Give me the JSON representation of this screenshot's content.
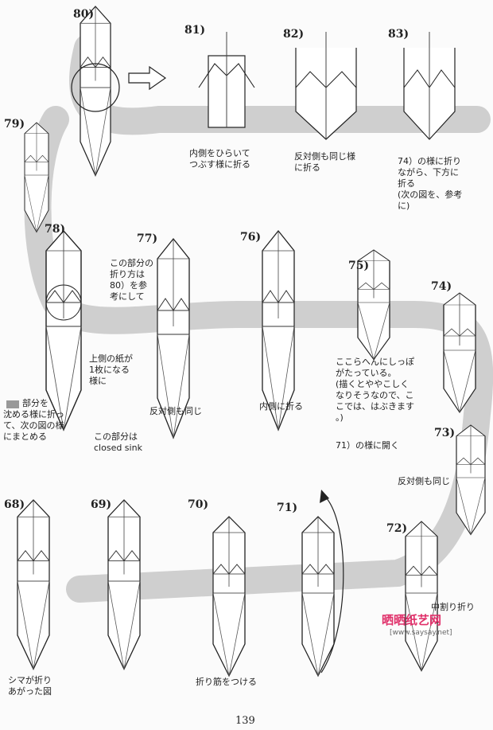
{
  "steps": {
    "s68": "68)",
    "s69": "69)",
    "s70": "70)",
    "s71": "71)",
    "s72": "72)",
    "s73": "73)",
    "s74": "74)",
    "s75": "75)",
    "s76": "76)",
    "s77": "77)",
    "s78": "78)",
    "s79": "79)",
    "s80": "80)",
    "s81": "81)",
    "s82": "82)",
    "s83": "83)"
  },
  "captions": {
    "c81": "内側をひらいて\nつぶす様に折る",
    "c82": "反対側も同じ様\nに折る",
    "c83": "74）の様に折り\nながら、下方に\n折る\n(次の図を、参考\nに)",
    "c78a": "この部分の\n折り方は\n80）を参\n考にして",
    "c78b": "上側の紙が\n1枚になる\n様に",
    "c78c": "この部分は\nclosed sink",
    "c78d": "部分を\n沈める様に折っ\nて、次の図の様\nにまとめる",
    "c77": "反対側も同じ",
    "c76": "内側に折る",
    "c75": "ここらへんにしっぽ\nがたっている。\n(描くとややこしく\nなりそうなので、こ\nこでは、はぶきます\n。)",
    "c75b": "71）の様に開く",
    "c73": "反対側も同じ",
    "c72": "中割り折り",
    "c68": "シマが折り\nあがった図",
    "c70": "折り筋をつける"
  },
  "watermark": {
    "title": "晒晒纸艺网",
    "url": "[www.saysay.net]",
    "color": "#e0306a"
  },
  "page_number": "139"
}
